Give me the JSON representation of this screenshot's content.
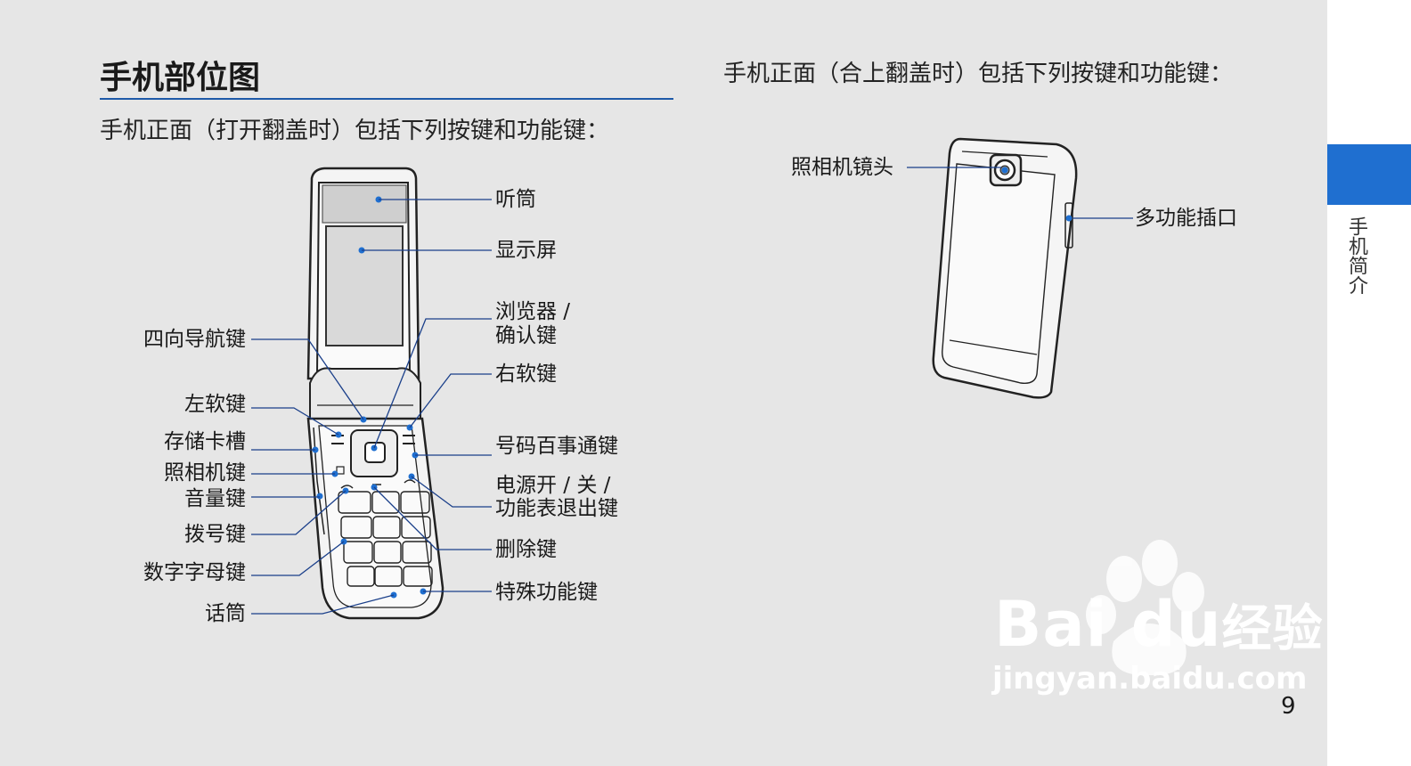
{
  "page": {
    "title": "手机部位图",
    "left_subhead": "手机正面（打开翻盖时）包括下列按键和功能键：",
    "right_subhead": "手机正面（合上翻盖时）包括下列按键和功能键：",
    "side_tab_label": "手机简介",
    "page_number": "9"
  },
  "open_phone_labels": {
    "earpiece": "听筒",
    "display": "显示屏",
    "browser_confirm_line1": "浏览器 /",
    "browser_confirm_line2": "确认键",
    "nav_key": "四向导航键",
    "right_soft": "右软键",
    "left_soft": "左软键",
    "memory_slot": "存储卡槽",
    "number_book": "号码百事通键",
    "camera_key": "照相机键",
    "power_line1": "电源开 / 关 /",
    "power_line2": "功能表退出键",
    "volume_key": "音量键",
    "dial_key": "拨号键",
    "delete_key": "删除键",
    "alnum_keys": "数字字母键",
    "special_key": "特殊功能键",
    "microphone": "话筒"
  },
  "closed_phone_labels": {
    "camera_lens": "照相机镜头",
    "multi_port": "多功能插口"
  },
  "watermark": {
    "brand_a": "Bai",
    "brand_b": "du",
    "brand_c": "经验",
    "url": "jingyan.baidu.com"
  },
  "colors": {
    "accent_blue": "#1f6fd0",
    "rule_blue": "#1e5aa8",
    "leader_blue": "#1a3f8a"
  }
}
